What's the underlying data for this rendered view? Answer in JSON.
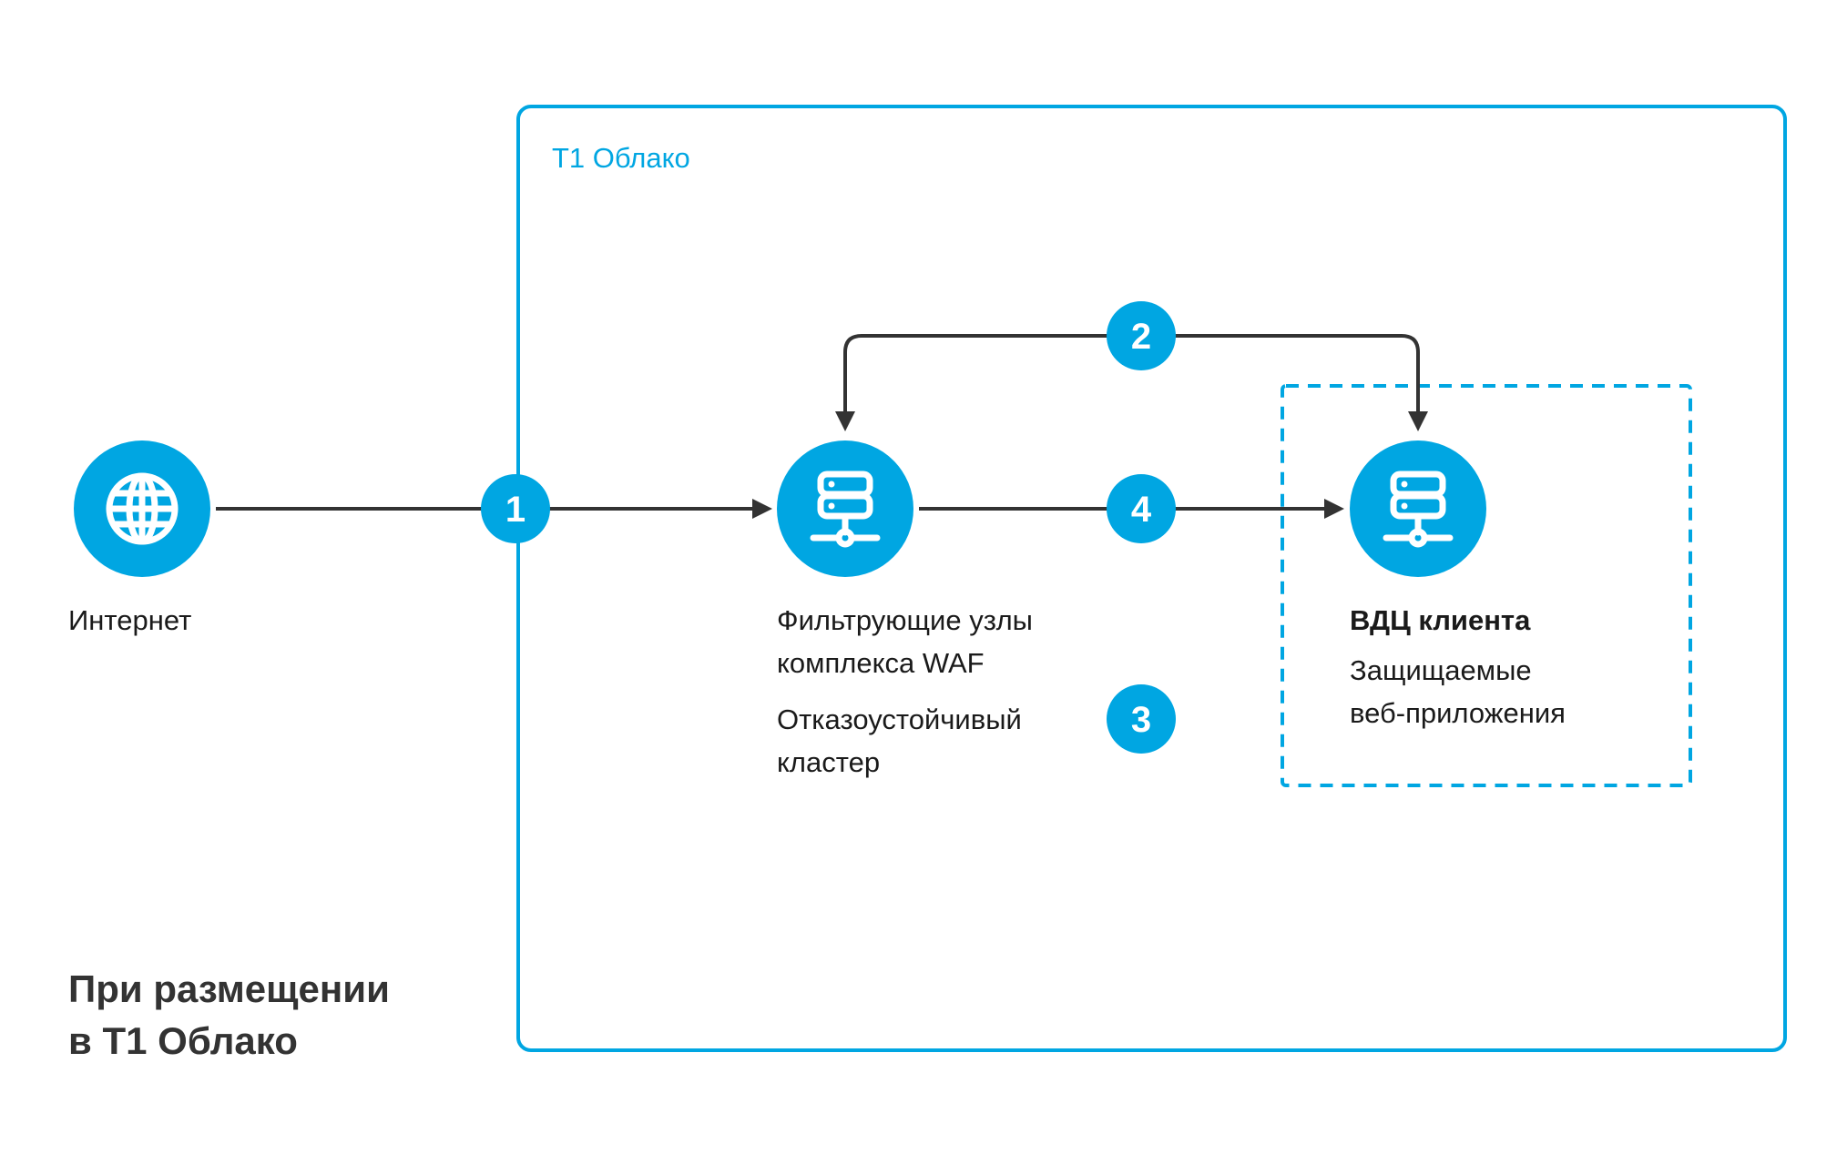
{
  "colors": {
    "accent": "#00a6e2",
    "line": "#333333",
    "text": "#1a1a1a"
  },
  "cloud_box": {
    "title": "Т1 Облако"
  },
  "internet": {
    "label": "Интернет",
    "icon": "globe-icon"
  },
  "waf": {
    "line1": "Фильтрующие узлы",
    "line2": "комплекса WAF",
    "line3": "Отказоустойчивый",
    "line4": "кластер",
    "icon": "server-network-icon"
  },
  "client": {
    "title": "ВДЦ клиента",
    "line1": "Защищаемые",
    "line2": "веб-приложения",
    "icon": "server-network-icon"
  },
  "badges": [
    "1",
    "2",
    "3",
    "4"
  ],
  "caption": {
    "line1": "При размещении",
    "line2": "в Т1 Облако"
  }
}
